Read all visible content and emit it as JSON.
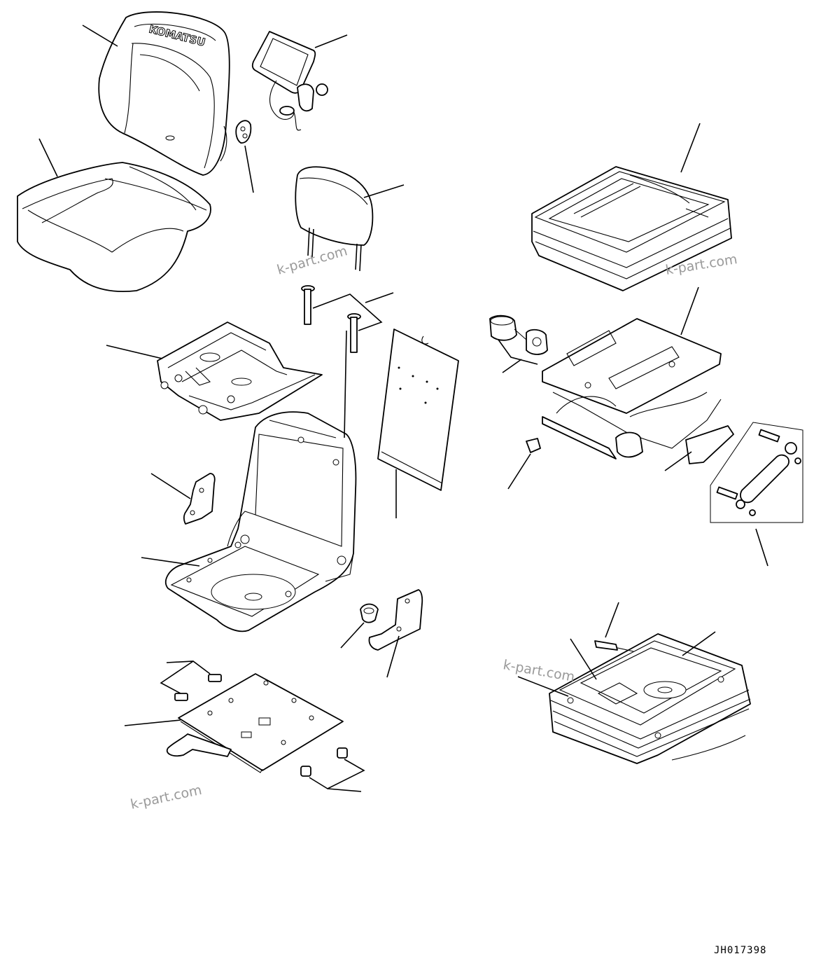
{
  "drawing": {
    "code": "JH017398",
    "logo_text": "KOMATSU"
  },
  "watermarks": [
    "k-part.com",
    "k-part.com",
    "k-part.com",
    "k-part.com"
  ]
}
